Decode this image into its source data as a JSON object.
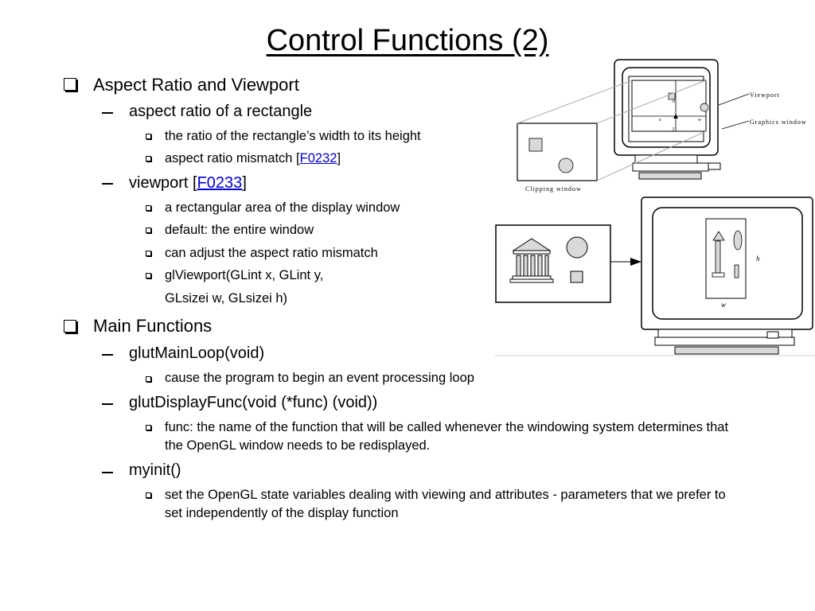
{
  "slide": {
    "title": "Control Functions (2)",
    "sections": [
      {
        "heading": "Aspect Ratio and Viewport",
        "sub": [
          {
            "text": "aspect ratio of a rectangle",
            "items": [
              "the ratio of the rectangle’s width to its height",
              {
                "pre": "aspect ratio mismatch [",
                "link": "F0232",
                "post": "]"
              }
            ]
          },
          {
            "pre": "viewport [",
            "link": "F0233",
            "post": "]",
            "items": [
              "a rectangular area of the display window",
              "default: the entire window",
              "can adjust the aspect ratio mismatch",
              "glViewport(GLint x, GLint y,",
              "GLsizei w, GLsizei h)"
            ]
          }
        ]
      },
      {
        "heading": "Main Functions",
        "sub": [
          {
            "text": "glutMainLoop(void)",
            "items": [
              "cause the program to begin an event processing loop"
            ]
          },
          {
            "text": "glutDisplayFunc(void (*func) (void))",
            "items": [
              "func: the name of the function that will be called whenever the windowing system determines that the OpenGL window needs to be redisplayed."
            ]
          },
          {
            "text": "myinit()",
            "items": [
              "set the OpenGL state variables dealing with viewing and attributes - parameters that we prefer to set independently of the display function"
            ]
          }
        ]
      }
    ]
  },
  "figure1": {
    "label_viewport": "Viewport",
    "label_graphics_window": "Graphics window",
    "label_clipping_window": "Clipping window",
    "label_h": "h",
    "label_x": "x",
    "label_y": "y",
    "label_w": "w"
  },
  "figure2": {
    "label_h": "h",
    "label_w": "w"
  },
  "colors": {
    "link": "#0000cc",
    "figure_fill": "#d9d9d9"
  }
}
